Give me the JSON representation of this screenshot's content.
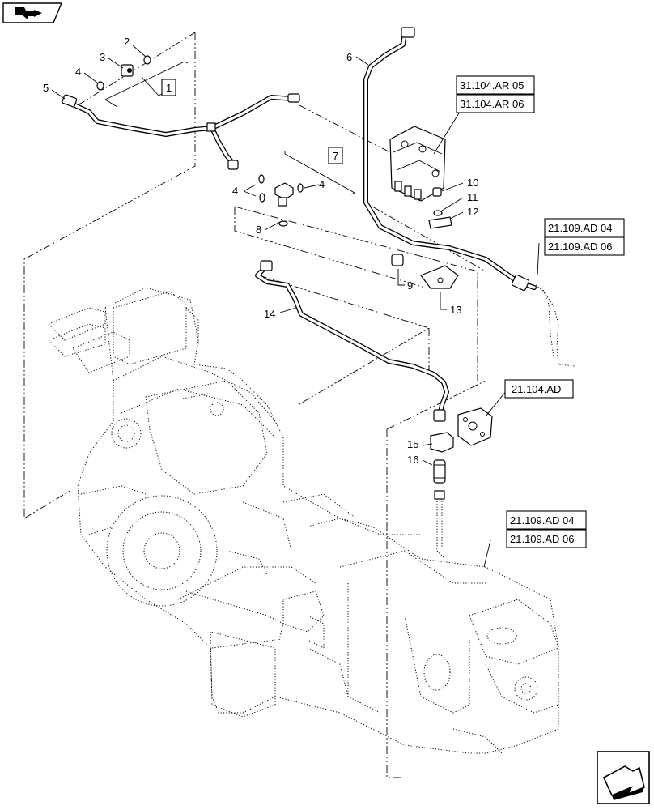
{
  "corner_icons": {
    "top_left": "book-arrow-icon",
    "bottom_right": "next-page-arrow-icon"
  },
  "callouts": [
    "2",
    "3",
    "4",
    "5",
    "6",
    "4",
    "4",
    "8",
    "9",
    "10",
    "11",
    "12",
    "13",
    "14",
    "15",
    "16"
  ],
  "boxed_labels": [
    "1",
    "7"
  ],
  "references": [
    "31.104.AR 05",
    "31.104.AR 06",
    "21.109.AD 04",
    "21.109.AD 06",
    "21.104.AD",
    "21.109.AD 04",
    "21.109.AD 06"
  ]
}
